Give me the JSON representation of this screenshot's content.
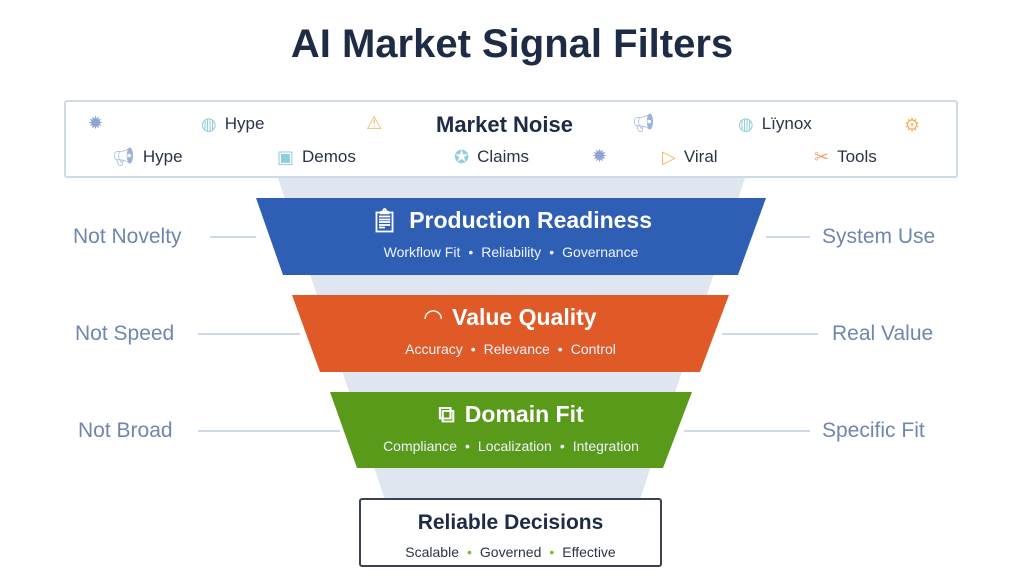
{
  "title": "AI Market Signal Filters",
  "noise": {
    "title": "Market Noise",
    "row1": [
      {
        "icon": "badge-check-icon",
        "label": ""
      },
      {
        "icon": "globe-icon",
        "label": "Hype"
      },
      {
        "icon": "warning-icon",
        "label": ""
      },
      {
        "icon": "megaphone-icon",
        "label": ""
      },
      {
        "icon": "globe-icon",
        "label": "Lïynox"
      },
      {
        "icon": "gear-icon",
        "label": ""
      }
    ],
    "row2": [
      {
        "icon": "megaphone-icon",
        "label": "Hype"
      },
      {
        "icon": "video-icon",
        "label": "Demos"
      },
      {
        "icon": "badge-check-icon",
        "label": "Claims"
      },
      {
        "icon": "badge-check-icon",
        "label": ""
      },
      {
        "icon": "play-bubble-icon",
        "label": "Viral"
      },
      {
        "icon": "tools-icon",
        "label": "Tools"
      }
    ]
  },
  "filters": [
    {
      "title": "Production Readiness",
      "icon": "clipboard-check-icon",
      "items": [
        "Workflow Fit",
        "Reliability",
        "Governance"
      ],
      "left": "Not Novelty",
      "right": "System Use",
      "color": "#2f5fb5"
    },
    {
      "title": "Value Quality",
      "icon": "gauge-icon",
      "items": [
        "Accuracy",
        "Relevance",
        "Control"
      ],
      "left": "Not Speed",
      "right": "Real Value",
      "color": "#e05a28"
    },
    {
      "title": "Domain Fit",
      "icon": "puzzle-icon",
      "items": [
        "Compliance",
        "Localization",
        "Integration"
      ],
      "left": "Not Broad",
      "right": "Specific Fit",
      "color": "#5a9a1a"
    }
  ],
  "result": {
    "title": "Reliable Decisions",
    "items": [
      "Scalable",
      "Governed",
      "Effective"
    ]
  }
}
